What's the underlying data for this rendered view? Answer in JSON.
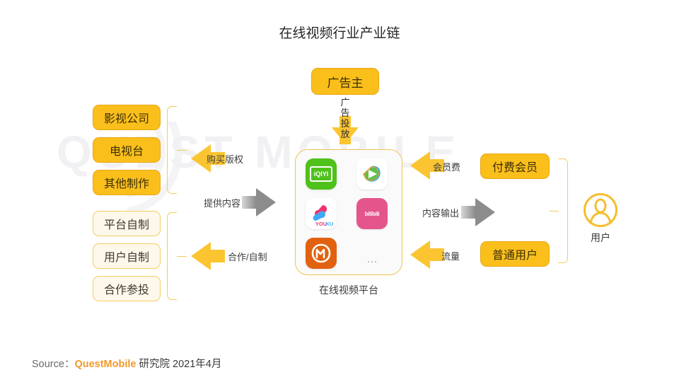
{
  "title": "在线视频行业产业链",
  "watermark": {
    "text": "QUEST MOBILE",
    "logo": "quest-mobile-ring-logo"
  },
  "upstream": {
    "licensed_group": {
      "items": [
        {
          "label": "影视公司"
        },
        {
          "label": "电视台"
        },
        {
          "label": "其他制作"
        }
      ],
      "bracket": "bracket-right"
    },
    "self_made_group": {
      "items": [
        {
          "label": "平台自制"
        },
        {
          "label": "用户自制"
        },
        {
          "label": "合作参投"
        }
      ],
      "bracket": "bracket-right"
    }
  },
  "advertiser": {
    "label": "广告主",
    "flow_label": "广告投放",
    "arrow": "arrow-down-icon"
  },
  "flows": {
    "buy_copyright": {
      "label": "购买版权",
      "direction": "left",
      "color": "#FBC531"
    },
    "provide_content": {
      "label": "提供内容",
      "direction": "right",
      "color": "#8C8C8C"
    },
    "coop_self_made": {
      "label": "合作/自制",
      "direction": "left",
      "color": "#FBC531"
    },
    "membership_fee": {
      "label": "会员费",
      "direction": "left",
      "color": "#FBC531"
    },
    "content_output": {
      "label": "内容输出",
      "direction": "right",
      "color": "#8C8C8C"
    },
    "traffic": {
      "label": "流量",
      "direction": "left",
      "color": "#FBC531"
    }
  },
  "platform": {
    "caption": "在线视频平台",
    "apps": [
      {
        "name": "iqiyi-app-icon",
        "label": "iQIYI"
      },
      {
        "name": "tencent-video-app-icon",
        "label": ""
      },
      {
        "name": "youku-app-icon",
        "label": "YOUKU"
      },
      {
        "name": "bilibili-app-icon",
        "label": "bilibili"
      },
      {
        "name": "mango-tv-app-icon",
        "label": "M"
      },
      {
        "name": "more-apps-placeholder",
        "label": "…"
      }
    ]
  },
  "downstream": {
    "items": [
      {
        "label": "付费会员"
      },
      {
        "label": "普通用户"
      }
    ],
    "user": {
      "label": "用户",
      "icon": "user-avatar-icon"
    }
  },
  "footer": {
    "source_prefix": "Source：",
    "brand": "QuestMobile",
    "suffix": " 研究院 2021年4月"
  },
  "colors": {
    "accent_orange": "#FBBF1C",
    "accent_light": "#FEF8EA",
    "border_yellow": "#F2CB5B",
    "gray_arrow": "#8C8C8C"
  }
}
